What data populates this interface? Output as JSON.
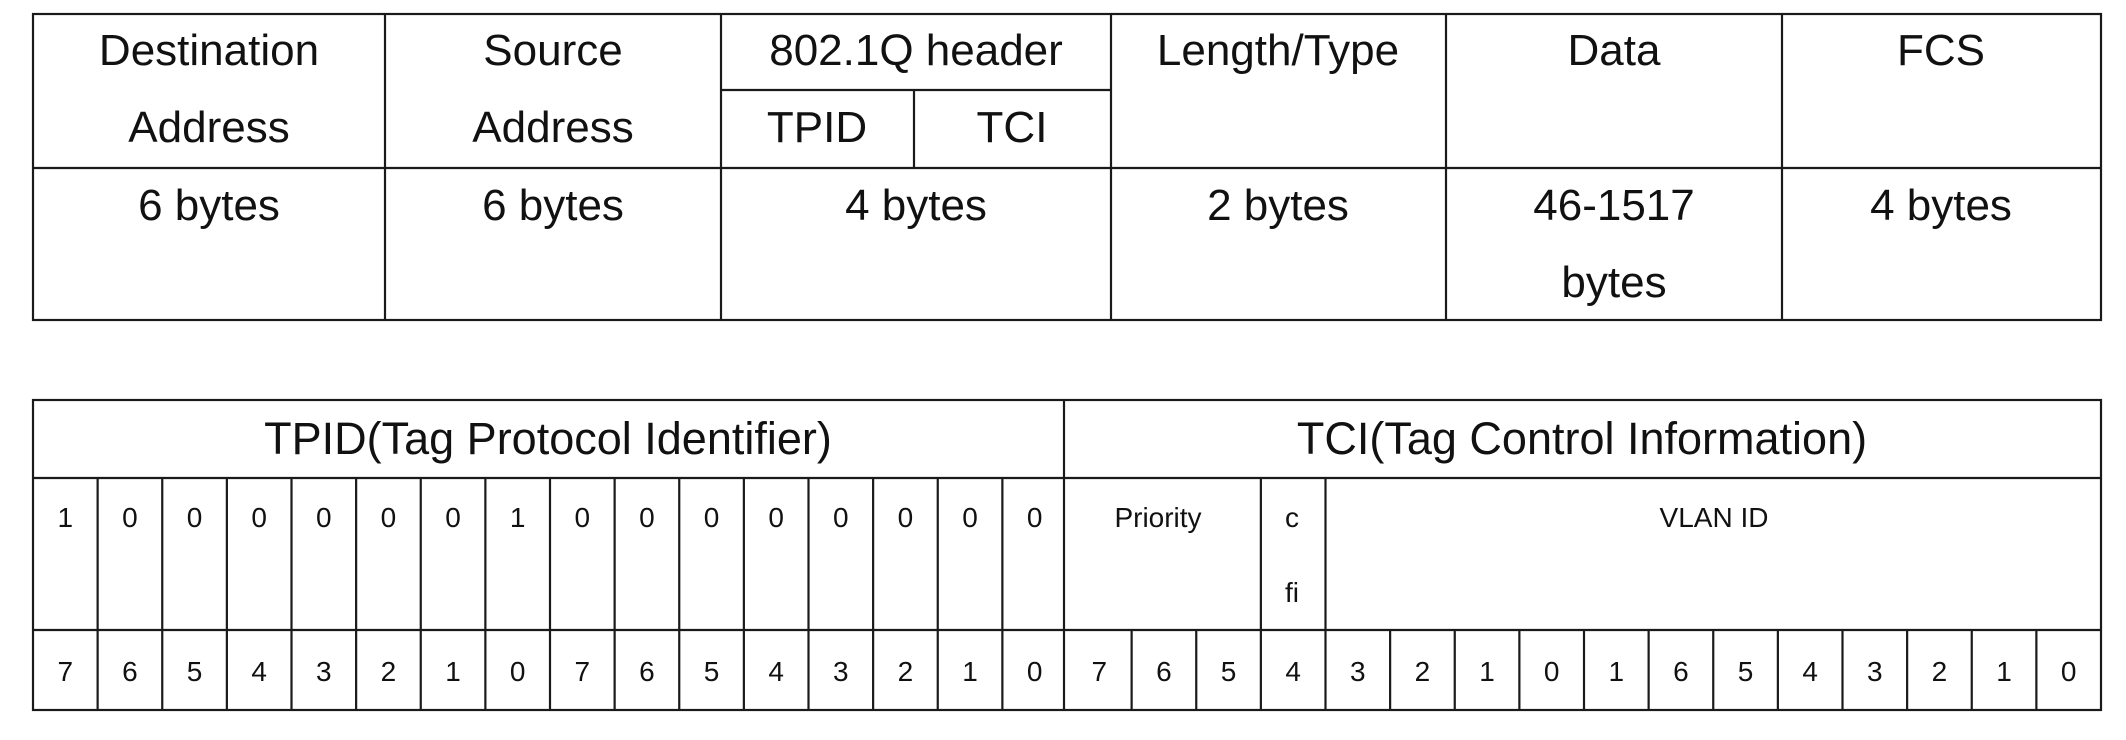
{
  "frame": {
    "destination": [
      "Destination",
      "Address"
    ],
    "source": [
      "Source",
      "Address"
    ],
    "dot1q_header": "802.1Q header",
    "tpid": "TPID",
    "tci": "TCI",
    "length_type": "Length/Type",
    "data": "Data",
    "fcs": "FCS",
    "sizes": {
      "destination": "6 bytes",
      "source": "6 bytes",
      "dot1q": "4 bytes",
      "length_type": "2 bytes",
      "data": [
        "46-1517",
        "bytes"
      ],
      "fcs": "4 bytes"
    }
  },
  "tag": {
    "tpid_title": "TPID(Tag Protocol Identifier)",
    "tci_title": "TCI(Tag Control Information)",
    "tpid_bits": [
      "1",
      "0",
      "0",
      "0",
      "0",
      "0",
      "0",
      "1",
      "0",
      "0",
      "0",
      "0",
      "0",
      "0",
      "0",
      "0"
    ],
    "priority": "Priority",
    "cfi": [
      "c",
      "fi"
    ],
    "vlan_id": "VLAN ID",
    "bit_numbers": [
      "7",
      "6",
      "5",
      "4",
      "3",
      "2",
      "1",
      "0",
      "7",
      "6",
      "5",
      "4",
      "3",
      "2",
      "1",
      "0",
      "7",
      "6",
      "5",
      "4",
      "3",
      "2",
      "1",
      "0",
      "1",
      "6",
      "5",
      "4",
      "3",
      "2",
      "1",
      "0"
    ]
  }
}
